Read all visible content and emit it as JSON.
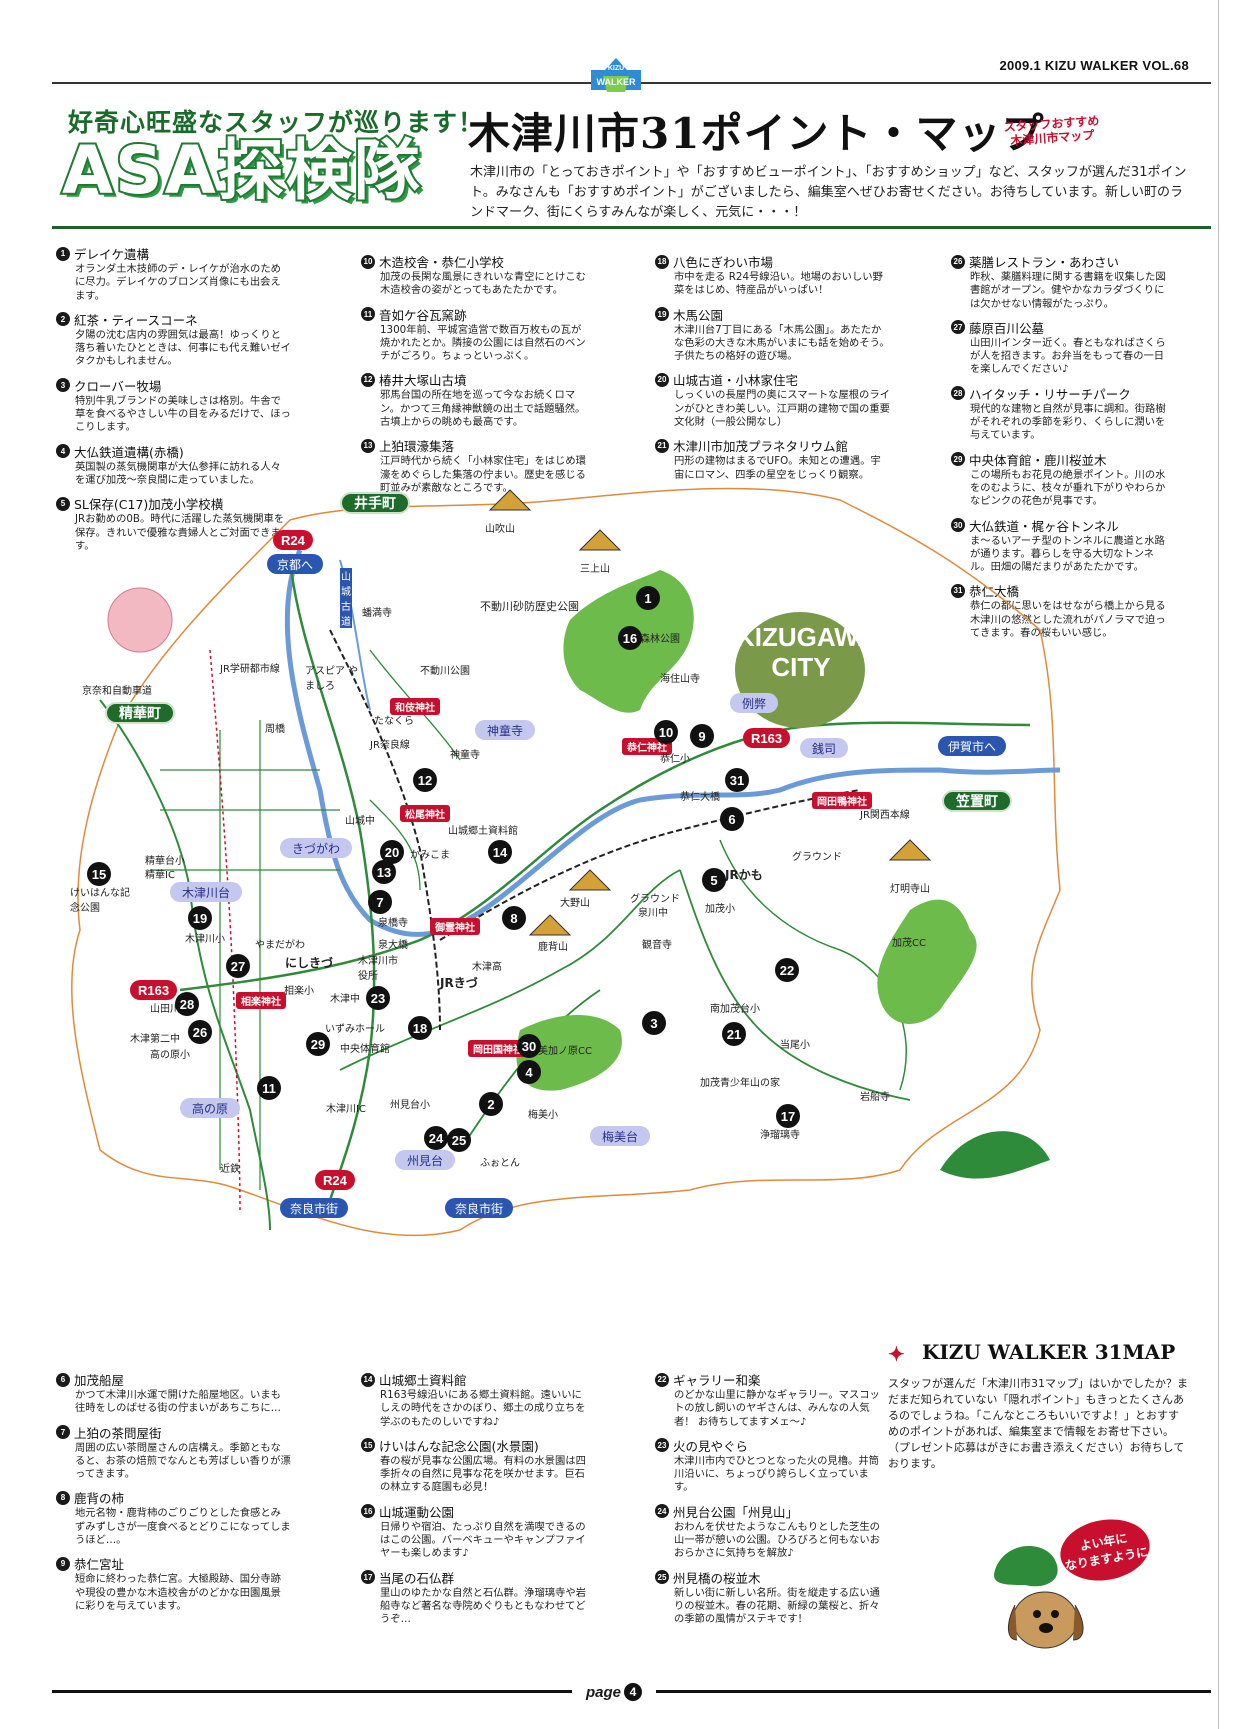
{
  "header": {
    "issue": "2009.1 KIZU WALKER VOL.68",
    "logo_top": "KIZU",
    "logo_bottom": "WALKER",
    "catchphrase": "好奇心旺盛なスタッフが巡ります！",
    "corner_name": "ASA探検隊",
    "title": "木津川市31ポイント・マップ",
    "stamp_line1": "スタッフおすすめ",
    "stamp_line2": "木津川市マップ",
    "intro": "木津川市の「とっておきポイント」や「おすすめビューポイント」、「おすすめショップ」など、スタッフが選んだ31ポイント。みなさんも「おすすめポイント」がございましたら、編集室へぜひお寄せください。お待ちしています。新しい町のランドマーク、街にくらすみんなが楽しく、元気に・・・！"
  },
  "points_top": [
    [
      {
        "n": "1",
        "title": "デレイケ遺構",
        "desc": "オランダ土木技師のデ・レイケが治水のために尽力。デレイケのブロンズ肖像にも出会えます。"
      },
      {
        "n": "2",
        "title": "紅茶・ティースコーネ",
        "desc": "夕陽の沈む店内の雰囲気は最高！ゆっくりと落ち着いたひとときは、何事にも代え難いゼイタクかもしれません。"
      },
      {
        "n": "3",
        "title": "クローバー牧場",
        "desc": "特別牛乳ブランドの美味しさは格別。牛舎で草を食べるやさしい牛の目をみるだけで、ほっこりします。"
      },
      {
        "n": "4",
        "title": "大仏鉄道遺構(赤橋)",
        "desc": "英国製の蒸気機関車が大仏参拝に訪れる人々を運び加茂〜奈良間に走っていました。"
      },
      {
        "n": "5",
        "title": "SL保存(C17)加茂小学校横",
        "desc": "JRお勤めの0B。時代に活躍した蒸気機関車を保存。きれいで優雅な貴婦人とご対面できます。"
      }
    ],
    [
      {
        "n": "10",
        "title": "木造校舎・恭仁小学校",
        "desc": "加茂の長閑な風景にきれいな青空にとけこむ木造校舎の姿がとってもあたたかです。"
      },
      {
        "n": "11",
        "title": "音如ケ谷瓦窯跡",
        "desc": "1300年前、平城宮造営で数百万枚もの瓦が焼かれたとか。隣接の公園には自然石のベンチがごろり。ちょっといっぷく。"
      },
      {
        "n": "12",
        "title": "椿井大塚山古墳",
        "desc": "邪馬台国の所在地を巡って今なお続くロマン。かつて三角縁神獣鏡の出土で話題騒然。古墳上からの眺めも最高です。"
      },
      {
        "n": "13",
        "title": "上狛環濠集落",
        "desc": "江戸時代から続く「小林家住宅」をはじめ環濠をめぐらした集落の佇まい。歴史を感じる町並みが素敵なところです。"
      }
    ],
    [
      {
        "n": "18",
        "title": "八色にぎわい市場",
        "desc": "市中を走る R24号線沿い。地場のおいしい野菜をはじめ、特産品がいっぱい！"
      },
      {
        "n": "19",
        "title": "木馬公園",
        "desc": "木津川台7丁目にある「木馬公園」。あたたかな色彩の大きな木馬がいまにも話を始めそう。子供たちの格好の遊び場。"
      },
      {
        "n": "20",
        "title": "山城古道・小林家住宅",
        "desc": "しっくいの長屋門の奥にスマートな屋根のラインがひときわ美しい。江戸期の建物で国の重要文化財（一般公開なし）"
      },
      {
        "n": "21",
        "title": "木津川市加茂プラネタリウム館",
        "desc": "円形の建物はまるでUFO。未知との遭遇。宇宙にロマン、四季の星空をじっくり観察。"
      }
    ],
    [
      {
        "n": "26",
        "title": "薬膳レストラン・あわさい",
        "desc": "昨秋、薬膳料理に関する書籍を収集した図書館がオープン。健やかなカラダづくりには欠かせない情報がたっぷり。"
      },
      {
        "n": "27",
        "title": "藤原百川公墓",
        "desc": "山田川インター近く。春ともなればさくらが人を招きます。お弁当をもって春の一日を楽しんでください♪"
      },
      {
        "n": "28",
        "title": "ハイタッチ・リサーチパーク",
        "desc": "現代的な建物と自然が見事に調和。街路樹がそれぞれの季節を彩り、くらしに潤いを与えています。"
      },
      {
        "n": "29",
        "title": "中央体育館・鹿川桜並木",
        "desc": "この場所もお花見の絶景ポイント。川の水をのむように、枝々が垂れ下がりやわらかなピンクの花色が見事です。"
      },
      {
        "n": "30",
        "title": "大仏鉄道・梶ヶ谷トンネル",
        "desc": "ま〜るいアーチ型のトンネルに農道と水路が通ります。暮らしを守る大切なトンネル。田畑の陽だまりがあたたかです。"
      },
      {
        "n": "31",
        "title": "恭仁大橋",
        "desc": "恭仁の都に思いをはせながら橋上から見る木津川の悠然とした流れがパノラマで迫ってきます。春の桜もいい感じ。"
      }
    ]
  ],
  "points_bottom": [
    [
      {
        "n": "6",
        "title": "加茂船屋",
        "desc": "かつて木津川水運で開けた船屋地区。いまも往時をしのばせる街の佇まいがあちこちに…"
      },
      {
        "n": "7",
        "title": "上狛の茶問屋街",
        "desc": "周囲の広い茶問屋さんの店構え。季節ともなると、お茶の焙煎でなんとも芳ばしい香りが漂ってきます。"
      },
      {
        "n": "8",
        "title": "鹿背の柿",
        "desc": "地元名物・鹿背柿のごりごりとした食感とみずみずしさが一度食べるとどりこになってしまうほど…。"
      },
      {
        "n": "9",
        "title": "恭仁宮址",
        "desc": "短命に終わった恭仁宮。大極殿跡、国分寺跡や現役の豊かな木造校舎がのどかな田園風景に彩りを与えています。"
      }
    ],
    [
      {
        "n": "14",
        "title": "山城郷土資料館",
        "desc": "R163号線沿いにある郷土資料館。遠いいにしえの時代をさかのぼり、郷土の成り立ちを学ぶのもたのしいですね♪"
      },
      {
        "n": "15",
        "title": "けいはんな記念公園(水景園)",
        "desc": "春の桜が見事な公園広場。有料の水景園は四季折々の自然に見事な花を咲かせます。巨石の林立する庭園も必見！"
      },
      {
        "n": "16",
        "title": "山城運動公園",
        "desc": "日帰りや宿泊、たっぷり自然を満喫できるのはこの公園。バーベキューやキャンプファイヤーも楽しめます♪"
      },
      {
        "n": "17",
        "title": "当尾の石仏群",
        "desc": "里山のゆたかな自然と石仏群。浄瑠璃寺や岩船寺など著名な寺院めぐりもともなわせてどうぞ…"
      }
    ],
    [
      {
        "n": "22",
        "title": "ギャラリー和楽",
        "desc": "のどかな山里に静かなギャラリー。マスコットの放し飼いのヤギさんは、みんなの人気者！ お待ちしてますメェ〜♪"
      },
      {
        "n": "23",
        "title": "火の見やぐら",
        "desc": "木津川市内でひとつとなった火の見櫓。井筒川沿いに、ちょっぴり誇らしく立っています。"
      },
      {
        "n": "24",
        "title": "州見台公園「州見山」",
        "desc": "おわんを伏せたようなこんもりとした芝生の山一帯が憩いの公園。ひろびろと何もないおおらかさに気持ちを解放♪"
      },
      {
        "n": "25",
        "title": "州見橋の桜並木",
        "desc": "新しい街に新しい名所。街を縦走する広い通りの桜並木。春の花期、新緑の葉桜と、折々の季節の風情がステキです！"
      }
    ]
  ],
  "walker": {
    "heading": "KIZU WALKER 31MAP",
    "text": "スタッフが選んだ「木津川市31マップ」はいかでしたか？まだまだ知られていない「隠れポイント」もきっとたくさんあるのでしょうね。「こんなところもいいですよ！」とおすすめのポイントがあれば、編集室まで情報をお寄せ下さい。（プレゼント応募はがきにお書き添えください）お待ちしております。",
    "greeting_line1": "よい年に",
    "greeting_line2": "なりますように"
  },
  "map": {
    "city_line1": "KIZUGAWA",
    "city_line2": "CITY",
    "towns": {
      "idecho": "井手町",
      "seikacho": "精華町",
      "kasagicho": "笠置町"
    },
    "routes": {
      "r24_top": "R24",
      "r24_bottom": "R24",
      "r163_left": "R163",
      "r163_right": "R163"
    },
    "directions": {
      "kyoto": "京都へ",
      "iga": "伊賀市へ",
      "nara1": "奈良市街",
      "nara2": "奈良市街"
    },
    "districts": {
      "jindoji": "神童寺",
      "reihei": "例弊",
      "senshi": "銭司",
      "kizugawa": "きづがわ",
      "kizugawadai": "木津川台",
      "takanohara": "高の原",
      "kunimidai": "州見台",
      "umemidai": "梅美台"
    },
    "shrines": {
      "wazuka": "和伎神社",
      "kuni": "恭仁神社",
      "matsuo": "松尾神社",
      "okada": "岡田鴨神社",
      "gosha": "御霊神社",
      "sogaku": "相楽神社",
      "okadakuni": "岡田国神社"
    },
    "labels": {
      "yamabuki": "山吹山",
      "mikamiyama": "三上山",
      "fudogawa_park": "不動川砂防歴史公園",
      "sanjoforest": "山城森林公園",
      "kaijusenji": "海住山寺",
      "banmanji": "蟠満寺",
      "fudogawa_koen": "不動川公園",
      "asupia": "アスピア やましろ",
      "tanakura": "たなくら",
      "jrnara": "JR奈良線",
      "jindoji_temple": "神童寺",
      "yamashirokyodo": "山城郷土資料館",
      "kamikoma": "かみこま",
      "yamashiro_naka": "山城中",
      "kuni_sho": "恭仁小",
      "kuni_ohashi": "恭仁大橋",
      "jr_kansai": "JR関西本線",
      "ground1": "グラウンド",
      "ground2": "グラウンド",
      "izumikawa": "泉川中",
      "jrkamo": "JRかも",
      "kamo_sho": "加茂小",
      "ono": "大野山",
      "kanonji": "観音寺",
      "shikase": "鹿背山",
      "toumyo": "灯明寺山",
      "kamocc": "加茂CC",
      "minamikamo": "南加茂台小",
      "touo": "当尾小",
      "kamo_aoshonen": "加茂青少年山の家",
      "iwafune": "岩船寺",
      "jururi": "浄瑠璃寺",
      "mikanoharacc": "美加ノ原CC",
      "umemi_sho": "梅美小",
      "fuoton": "ふぉとん",
      "kunimidai_sho": "州見台小",
      "kizugawa_ic": "木津川IC",
      "yamadagawa_ic": "山田川IC",
      "kizu_daini": "木津第二中",
      "takanohara_sho": "高の原小",
      "kintetsu": "近鉄",
      "keihan_road": "京奈和自動車道",
      "jrgakken": "JR学研都市線",
      "shuhou": "周橋",
      "seikadai": "精華台小",
      "seika_ic": "精華IC",
      "keihanna": "けいはんな記念公園",
      "kizugawa_sho": "木津川小",
      "yamada": "やまだがわ",
      "nishikizu": "にしきづ",
      "sagara": "相楽小",
      "izumi_hall": "いずみホール",
      "chuo_taiikukan": "中央体育館",
      "kizu_chu": "木津中",
      "jrkizu": "JRきづ",
      "kizu_ko": "木津高",
      "sensei": "泉橋寺",
      "izumi_ohashi": "泉大橋",
      "kizugawa_city_hall": "木津川市役所",
      "yamashiro_kodo": "山城古道"
    }
  },
  "footer": {
    "page_word": "page",
    "page_num": "4"
  }
}
